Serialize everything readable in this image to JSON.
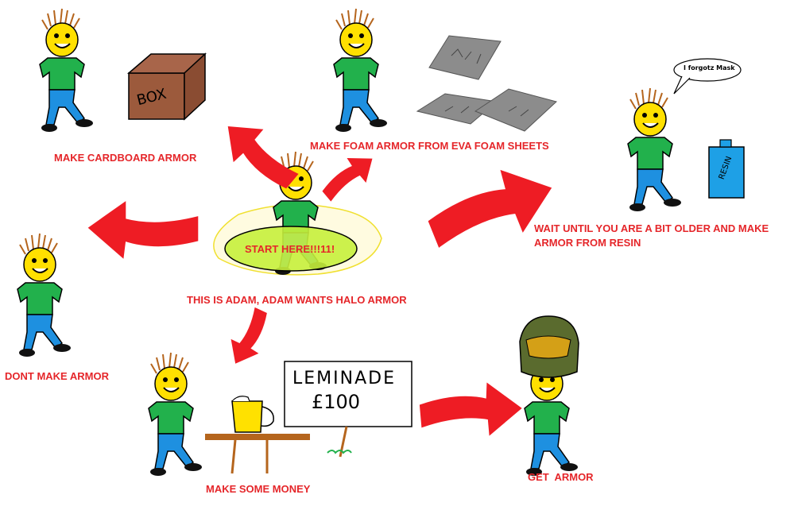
{
  "labels": {
    "cardboard": "MAKE CARDBOARD ARMOR",
    "foam": "MAKE FOAM ARMOR FROM EVA FOAM SHEETS",
    "resin_line1": "WAIT UNTIL YOU ARE A BIT OLDER AND MAKE",
    "resin_line2": "ARMOR FROM RESIN",
    "start": "START HERE!!!11!",
    "adam": "THIS IS ADAM, ADAM WANTS HALO ARMOR",
    "dont": "DONT MAKE ARMOR",
    "money": "MAKE SOME MONEY",
    "get": "GET  ARMOR"
  },
  "drawn_text": {
    "box": "BOX",
    "resin_can": "RESIN",
    "speech": "I forgotz Mask",
    "sign_line1": "LEMINADE",
    "sign_line2": "£100"
  },
  "colors": {
    "label_red": "#e5262a",
    "arrow_red": "#ee1c24",
    "shirt_green": "#22b14c",
    "pants_blue": "#1e90e0",
    "face_yellow": "#ffe000",
    "hair_brown": "#b5651d",
    "box_brown": "#9c5a3c",
    "foam_gray": "#8c8c8c",
    "glow_green": "#c6f03c",
    "resin_blue": "#1ea0e6",
    "helmet_green": "#5a6b2e",
    "visor_gold": "#d4a017"
  }
}
